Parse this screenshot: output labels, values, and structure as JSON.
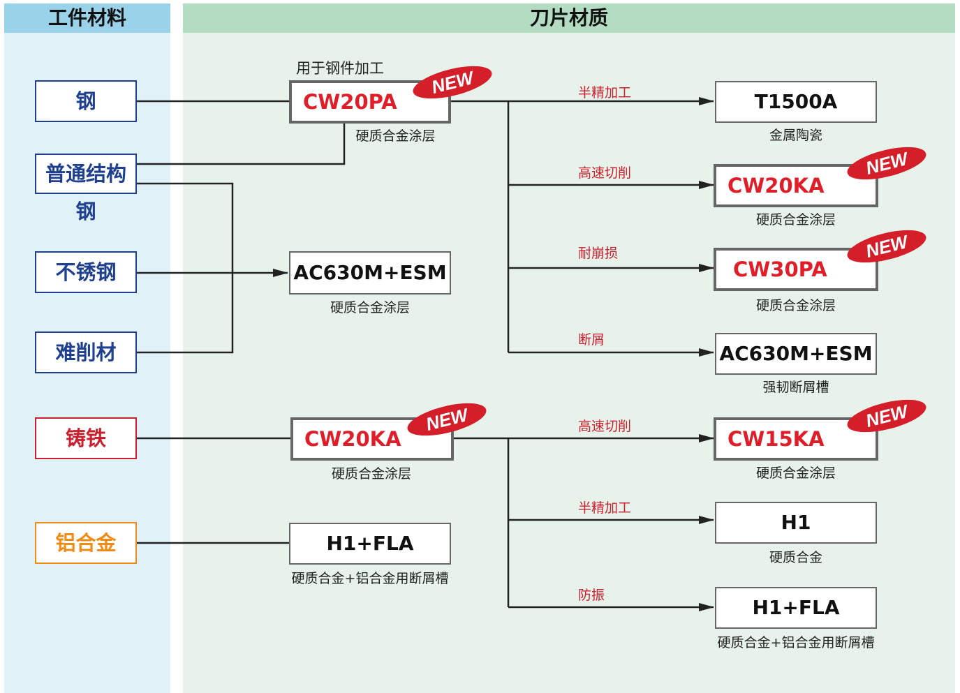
{
  "headers": {
    "workpiece": "工件材料",
    "insert": "刀片材质"
  },
  "materials": [
    "钢",
    "普通结构钢",
    "不锈钢",
    "难削材",
    "铸铁",
    "铝合金"
  ],
  "note_steel": "用于钢件加工",
  "first_level": [
    {
      "name": "CW20PA",
      "sub": "硬质合金涂层"
    },
    {
      "name": "AC630M+ESM",
      "sub": "硬质合金涂层"
    },
    {
      "name": "CW20KA",
      "sub": "硬质合金涂层"
    },
    {
      "name": "H1+FLA",
      "sub": "硬质合金+铝合金用断屑槽"
    }
  ],
  "branch_labels": [
    "半精加工",
    "高速切削",
    "耐崩损",
    "断屑",
    "高速切削",
    "半精加工",
    "防振"
  ],
  "second_level": [
    {
      "name": "T1500A",
      "sub": "金属陶瓷"
    },
    {
      "name": "CW20KA",
      "sub": "硬质合金涂层"
    },
    {
      "name": "CW30PA",
      "sub": "硬质合金涂层"
    },
    {
      "name": "AC630M+ESM",
      "sub": "强韧断屑槽"
    },
    {
      "name": "CW15KA",
      "sub": "硬质合金涂层"
    },
    {
      "name": "H1",
      "sub": "硬质合金"
    },
    {
      "name": "H1+FLA",
      "sub": "硬质合金+铝合金用断屑槽"
    }
  ],
  "badge_text": "NEW",
  "colors": {
    "steel": "#1f3f8f",
    "cast_iron": "#c8202f",
    "aluminum": "#f08c16",
    "new_product": "#e01e2a",
    "badge": "#d41f2b"
  }
}
